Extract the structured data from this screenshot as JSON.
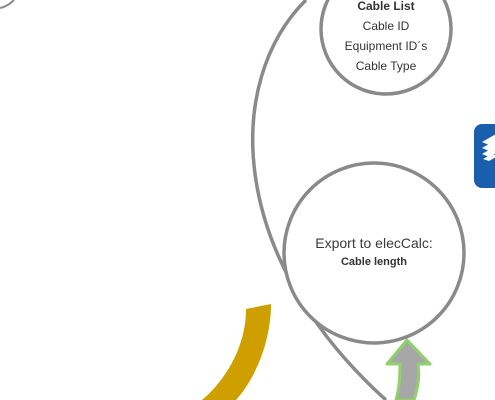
{
  "diagram": {
    "cable_list": {
      "title": "Cable List",
      "items": [
        "Cable ID",
        "Equipment ID´s",
        "Cable Type"
      ]
    },
    "export_node": {
      "title": "Export to elecCalc:",
      "subtitle": "Cable length"
    },
    "colors": {
      "outline": "#8a8a8a",
      "gold_arrow": "#cf9f00",
      "green_arrow_border": "#8fd16a",
      "gray_arrow_fill": "#a7a7a7",
      "icon_blue": "#1a5fae"
    }
  }
}
